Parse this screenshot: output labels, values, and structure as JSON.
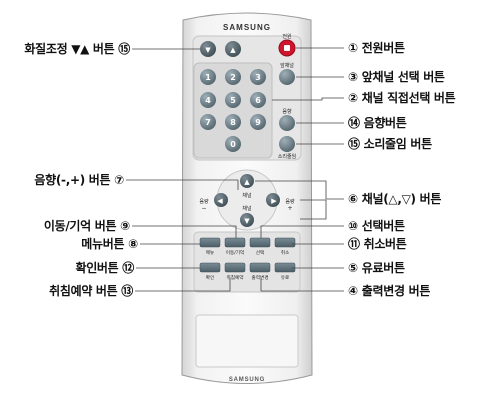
{
  "brand": "SAMSUNG",
  "remote": {
    "keypad_digits": [
      "1",
      "2",
      "3",
      "4",
      "5",
      "6",
      "7",
      "8",
      "9",
      "0"
    ],
    "labels": {
      "power": "전원",
      "prev_channel": "앞채널",
      "sound": "음향",
      "mute": "소리줄임",
      "channel_top": "채널",
      "channel_bottom": "채널",
      "vol_minus_label": "음량",
      "vol_minus_sign": "−",
      "vol_plus_label": "음량",
      "vol_plus_sign": "+",
      "menu": "메뉴",
      "move_memory": "이동/기억",
      "select": "선택",
      "cancel": "취소",
      "ok": "확인",
      "sleep": "취침예약",
      "output": "출력변경",
      "pay": "유료"
    }
  },
  "callouts_left": [
    {
      "id": "picture-adjust",
      "text": "화질조정 ▼▲ 버튼 ⑮"
    },
    {
      "id": "volume",
      "text": "음향(-,+) 버튼 ⑦"
    },
    {
      "id": "move-memory",
      "text": "이동/기억 버튼 ⑨"
    },
    {
      "id": "menu",
      "text": "메뉴버튼 ⑧"
    },
    {
      "id": "ok",
      "text": "확인버튼 ⑫"
    },
    {
      "id": "sleep",
      "text": "취침예약 버튼 ⑬"
    }
  ],
  "callouts_right": [
    {
      "id": "power",
      "text": "① 전원버튼"
    },
    {
      "id": "prev-channel",
      "text": "③ 앞채널 선택 버튼"
    },
    {
      "id": "direct-channel",
      "text": "② 채널 직접선택 버튼"
    },
    {
      "id": "sound",
      "text": "⑭ 음향버튼"
    },
    {
      "id": "mute",
      "text": "⑮ 소리줄임 버튼"
    },
    {
      "id": "channel",
      "text": "⑥ 채널(△,▽) 버튼"
    },
    {
      "id": "select",
      "text": "⑩ 선택버튼"
    },
    {
      "id": "cancel",
      "text": "⑪ 취소버튼"
    },
    {
      "id": "pay",
      "text": "⑤ 유료버튼"
    },
    {
      "id": "output",
      "text": "④ 출력변경 버튼"
    }
  ]
}
